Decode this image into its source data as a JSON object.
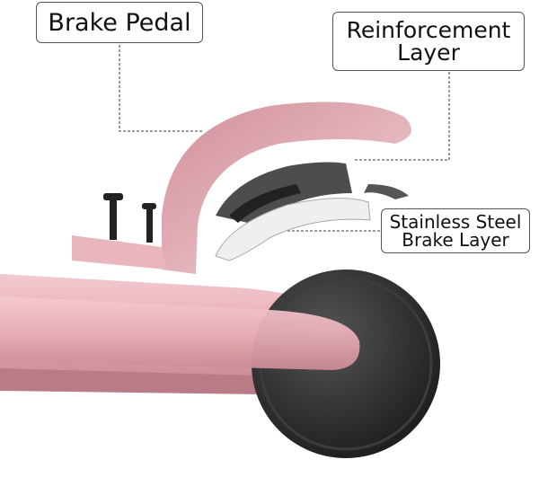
{
  "labels": {
    "brake_pedal": "Brake Pedal",
    "reinforcement_line1": "Reinforcement",
    "reinforcement_line2": "Layer",
    "steel_line1": "Stainless Steel",
    "steel_line2": "Brake Layer"
  },
  "colors": {
    "pink": "#e9b3bb",
    "pink_dark": "#c98791",
    "wheel": "#2b2b2d",
    "gray": "#5a5a5c"
  }
}
